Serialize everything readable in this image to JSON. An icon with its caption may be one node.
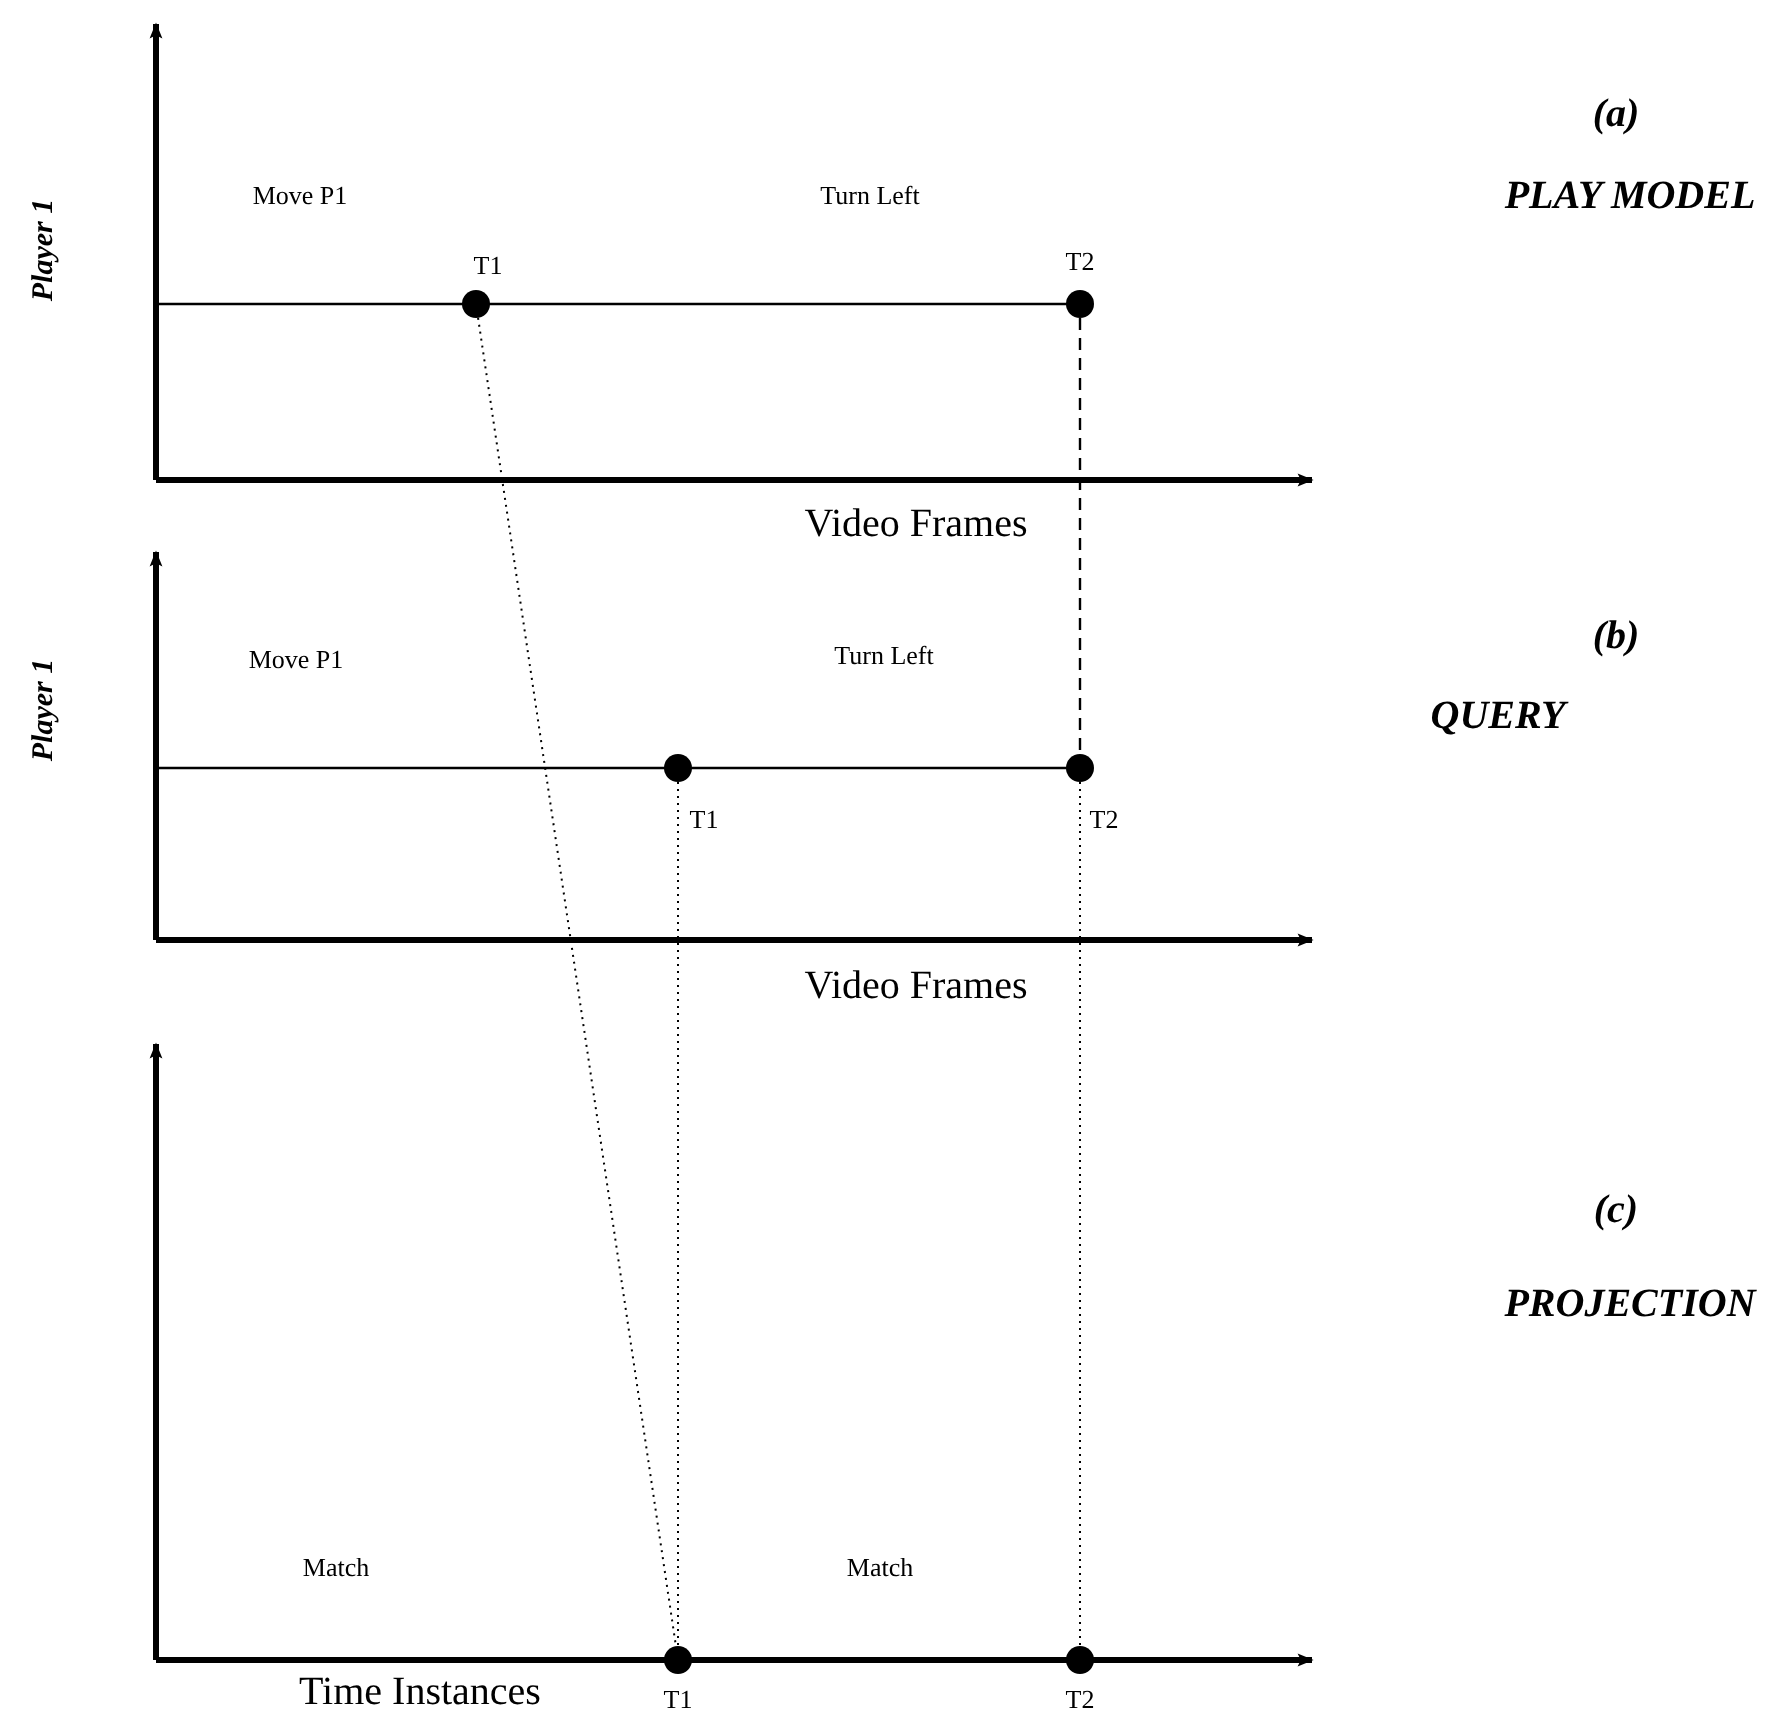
{
  "diagram": {
    "nodes": [
      {
        "text": [],
        "shape": "circle",
        "beside": [
          "T1"
        ]
      },
      {
        "text": [],
        "shape": "circle",
        "beside": [
          "T2"
        ]
      },
      {
        "text": [],
        "shape": "circle",
        "beside": [
          "T1"
        ]
      },
      {
        "text": [],
        "shape": "circle",
        "beside": [
          "T2"
        ]
      },
      {
        "text": [],
        "shape": "circle",
        "beside": [
          "T1"
        ]
      },
      {
        "text": [],
        "shape": "circle",
        "beside": [
          "T2"
        ]
      }
    ],
    "edges": [
      {
        "from": 0,
        "to": 4,
        "arrow": "none"
      },
      {
        "from": 1,
        "to": 3,
        "arrow": "none",
        "style": "dashed"
      },
      {
        "from": 2,
        "to": 4,
        "arrow": "none"
      },
      {
        "from": 3,
        "to": 5,
        "arrow": "none"
      }
    ],
    "labels": [
      "Player 1",
      "Move P1",
      "Turn Left",
      "Video Frames",
      "(a)",
      "PLAY MODEL",
      "Player 1",
      "Move P1",
      "Turn Left",
      "Video Frames",
      "(b)",
      "QUERY",
      "(c)",
      "PROJECTION",
      "Match",
      "Match",
      "Time Instances"
    ]
  }
}
